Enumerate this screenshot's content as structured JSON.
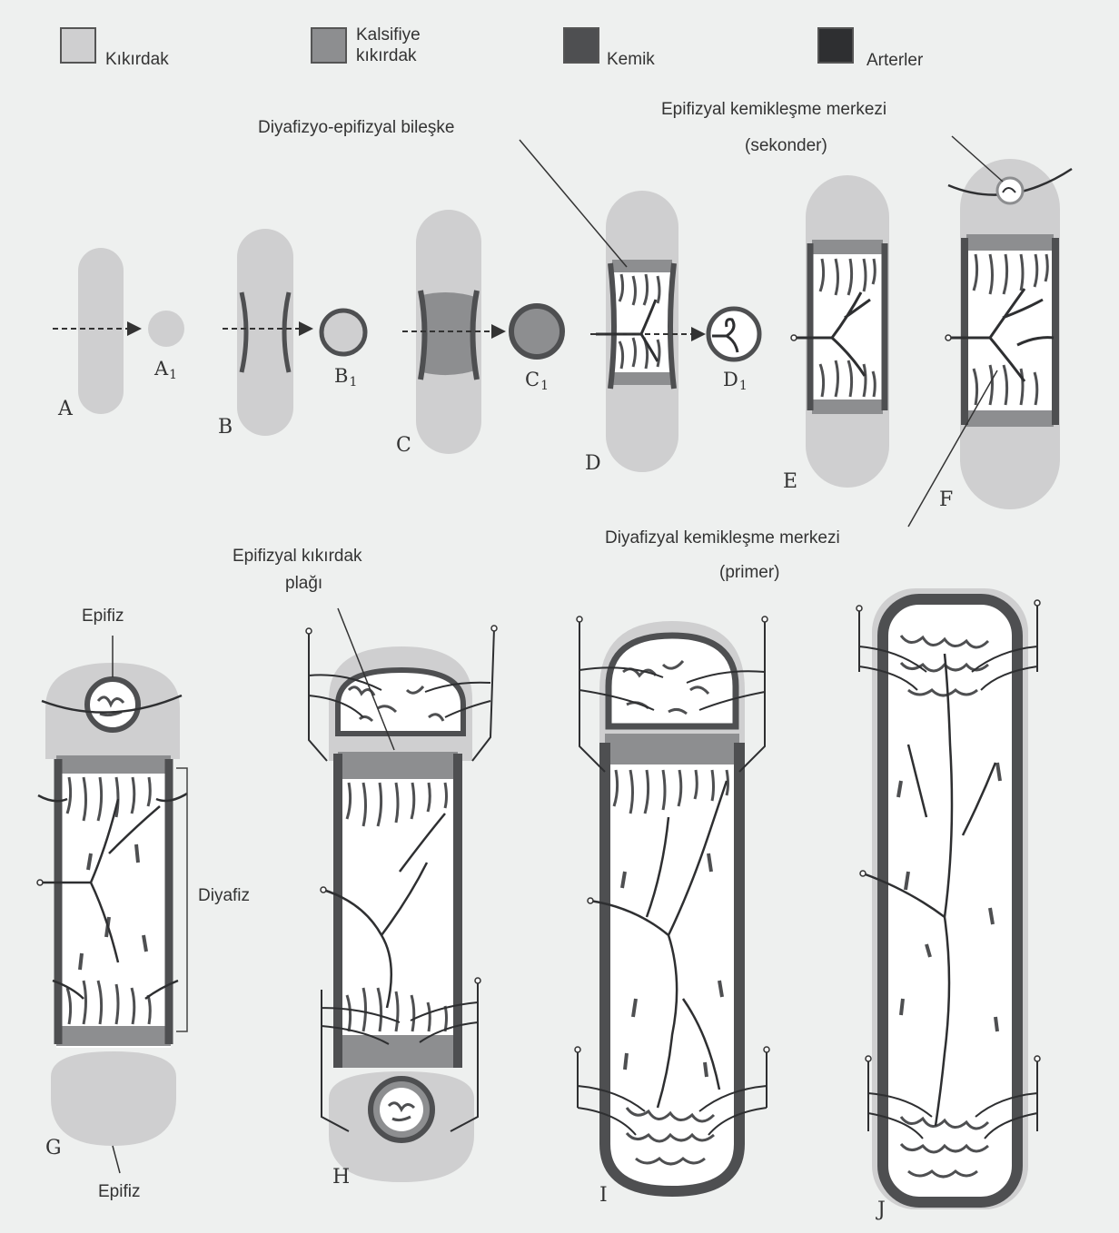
{
  "legend": [
    {
      "label": "Kıkırdak",
      "color": "#cfcfd0"
    },
    {
      "label": "Kalsifiye\nkıkırdak",
      "color": "#8d8e90"
    },
    {
      "label": "Kemik",
      "color": "#4e4f51"
    },
    {
      "label": "Arterler",
      "color": "#2e2f31"
    }
  ],
  "annotations": {
    "junction": "Diyafizyo-epifizyal bileşke",
    "epiphyseal_center": "Epifizyal kemikleşme merkezi",
    "epiphyseal_center_sub": "(sekonder)",
    "diaphyseal_center": "Diyafizyal kemikleşme merkezi",
    "diaphyseal_center_sub": "(primer)",
    "growth_plate_1": "Epifizyal kıkırdak",
    "growth_plate_2": "plağı",
    "epifiz_top": "Epifiz",
    "epifiz_bottom": "Epifiz",
    "diyafiz": "Diyafiz"
  },
  "stages": [
    "A",
    "B",
    "C",
    "D",
    "E",
    "F",
    "G",
    "H",
    "I",
    "J"
  ],
  "sections": [
    {
      "letter": "A",
      "sub": "1"
    },
    {
      "letter": "B",
      "sub": "1"
    },
    {
      "letter": "C",
      "sub": "1"
    },
    {
      "letter": "D",
      "sub": "1"
    }
  ],
  "colors": {
    "background": "#eef0ef",
    "cartilage": "#cfcfd0",
    "calcified": "#8d8e90",
    "bone": "#4e4f51",
    "artery": "#2e2f31",
    "marrow": "#ffffff"
  }
}
